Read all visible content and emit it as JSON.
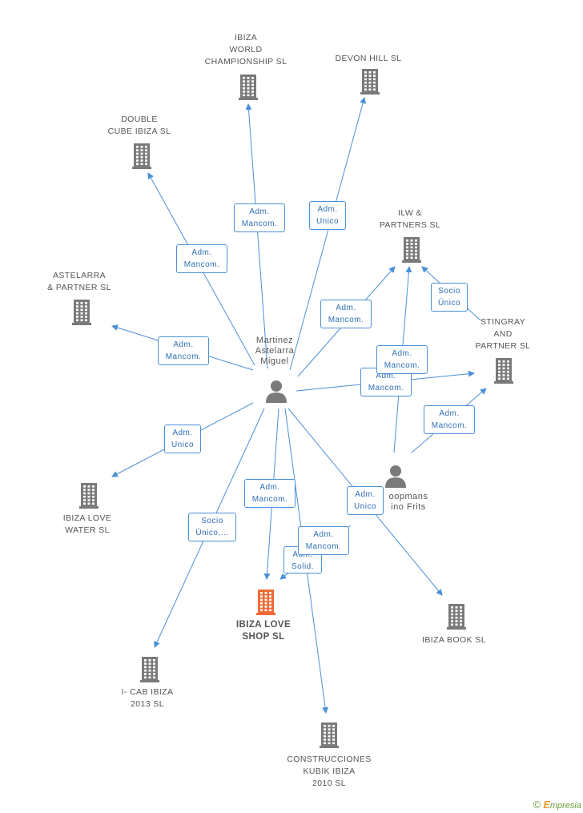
{
  "colors": {
    "edge": "#4a90d9",
    "company": "#7a7a7a",
    "focus_company": "#f06a35",
    "person": "#7a7a7a"
  },
  "nodes": {
    "ibiza_world": {
      "label": "IBIZA\nWORLD\nCHAMPIONSHIP SL",
      "type": "company"
    },
    "devon_hill": {
      "label": "DEVON HILL  SL",
      "type": "company"
    },
    "double_cube": {
      "label": "DOUBLE\nCUBE IBIZA SL",
      "type": "company"
    },
    "ilw_partners": {
      "label": "ILW &\nPARTNERS  SL",
      "type": "company"
    },
    "astelarra_partner": {
      "label": "ASTELARRA\n& PARTNER SL",
      "type": "company"
    },
    "stingray": {
      "label": "STINGRAY\nAND\nPARTNER  SL",
      "type": "company"
    },
    "ibiza_love_water": {
      "label": "IBIZA LOVE\nWATER SL",
      "type": "company"
    },
    "ibiza_love_shop": {
      "label": "IBIZA LOVE\nSHOP  SL",
      "type": "focus"
    },
    "ibiza_book": {
      "label": "IBIZA BOOK SL",
      "type": "company"
    },
    "icab_ibiza": {
      "label": "I- CAB IBIZA\n2013 SL",
      "type": "company"
    },
    "construcciones": {
      "label": "CONSTRUCCIONES\nKUBIK IBIZA\n2010 SL",
      "type": "company"
    },
    "martinez": {
      "label": "Martinez\nAstelarra\nMiguel",
      "type": "person"
    },
    "koopmans": {
      "label": "oopmans\nino Frits",
      "type": "person"
    }
  },
  "edges": [
    {
      "id": "e1",
      "label": "Adm.\nMancom."
    },
    {
      "id": "e2",
      "label": "Adm.\nUnico"
    },
    {
      "id": "e3",
      "label": "Adm.\nMancom."
    },
    {
      "id": "e4",
      "label": "Adm.\nMancom."
    },
    {
      "id": "e5",
      "label": "Adm.\nMancom."
    },
    {
      "id": "e6",
      "label": "Adm.\nMancom."
    },
    {
      "id": "e7",
      "label": "Adm.\nUnico"
    },
    {
      "id": "e8",
      "label": "Adm.\nMancom."
    },
    {
      "id": "e9",
      "label": "Socio\nÚnico,..."
    },
    {
      "id": "e10",
      "label": "Adm.\nSolid."
    },
    {
      "id": "e11",
      "label": "Adm.\nMancom."
    },
    {
      "id": "e12",
      "label": "Adm.\nUnico"
    },
    {
      "id": "e13",
      "label": "Adm.\nMancom."
    },
    {
      "id": "e14",
      "label": "Adm.\nMancom."
    },
    {
      "id": "e15",
      "label": "Socio\nÚnico"
    }
  ],
  "brand": {
    "copyright": "©",
    "name_initial": "E",
    "name_rest": "mpresia"
  }
}
